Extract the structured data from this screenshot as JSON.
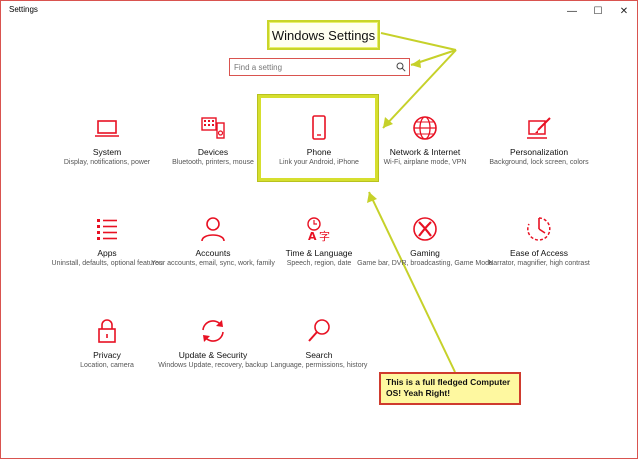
{
  "window": {
    "title": "Settings"
  },
  "controls": {
    "minimize": "—",
    "maximize": "☐",
    "close": "✕"
  },
  "annotations": {
    "title_callout": "Windows Settings",
    "note": "This is a full fledged Computer OS! Yeah Right!"
  },
  "search": {
    "placeholder": "Find a setting"
  },
  "colors": {
    "accent": "#e81123",
    "callout_border": "#d6df2e",
    "note_border": "#cf3b2e"
  },
  "tiles": [
    {
      "label": "System",
      "desc": "Display, notifications, power",
      "icon": "laptop-icon"
    },
    {
      "label": "Devices",
      "desc": "Bluetooth, printers, mouse",
      "icon": "keyboard-speaker-icon"
    },
    {
      "label": "Phone",
      "desc": "Link your Android, iPhone",
      "icon": "phone-icon"
    },
    {
      "label": "Network & Internet",
      "desc": "Wi-Fi, airplane mode, VPN",
      "icon": "globe-icon"
    },
    {
      "label": "Personalization",
      "desc": "Background, lock screen, colors",
      "icon": "brush-icon"
    },
    {
      "label": "Apps",
      "desc": "Uninstall, defaults, optional features",
      "icon": "list-icon"
    },
    {
      "label": "Accounts",
      "desc": "Your accounts, email, sync, work, family",
      "icon": "person-icon"
    },
    {
      "label": "Time & Language",
      "desc": "Speech, region, date",
      "icon": "time-language-icon"
    },
    {
      "label": "Gaming",
      "desc": "Game bar, DVR, broadcasting, Game Mode",
      "icon": "xbox-icon"
    },
    {
      "label": "Ease of Access",
      "desc": "Narrator, magnifier, high contrast",
      "icon": "ease-of-access-icon"
    },
    {
      "label": "Privacy",
      "desc": "Location, camera",
      "icon": "lock-icon"
    },
    {
      "label": "Update & Security",
      "desc": "Windows Update, recovery, backup",
      "icon": "sync-icon"
    },
    {
      "label": "Search",
      "desc": "Language, permissions, history",
      "icon": "magnifier-icon"
    }
  ]
}
